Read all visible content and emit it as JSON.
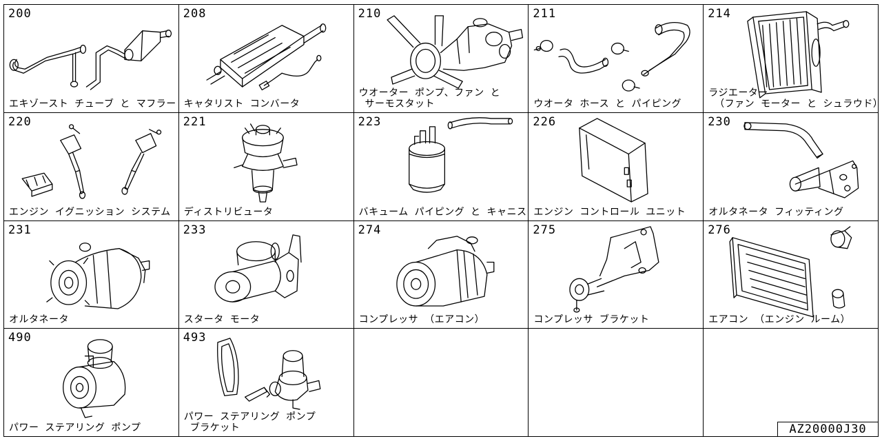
{
  "cells": [
    {
      "code": "200",
      "name": "エキゾースト チューブ と マフラー",
      "art": "exhaust-muffler"
    },
    {
      "code": "208",
      "name": "キャタリスト コンバータ",
      "art": "catalytic-converter"
    },
    {
      "code": "210",
      "name": "ウオーター ポンプ、ファン と\n サーモスタット",
      "art": "water-pump-fan"
    },
    {
      "code": "211",
      "name": "ウオータ ホース と パイピング",
      "art": "water-hose"
    },
    {
      "code": "214",
      "name": "ラジエーター\n （ファン モーター と シュラウド）",
      "art": "radiator"
    },
    {
      "code": "220",
      "name": "エンジン イグニッション システム",
      "art": "ignition-system"
    },
    {
      "code": "221",
      "name": "ディストリビュータ",
      "art": "distributor"
    },
    {
      "code": "223",
      "name": "バキューム パイピング と キャニスタ",
      "art": "vacuum-canister"
    },
    {
      "code": "226",
      "name": "エンジン コントロール ユニット",
      "art": "control-unit"
    },
    {
      "code": "230",
      "name": "オルタネータ フィッティング",
      "art": "alternator-bracket"
    },
    {
      "code": "231",
      "name": "オルタネータ",
      "art": "alternator"
    },
    {
      "code": "233",
      "name": "スタータ モータ",
      "art": "starter-motor"
    },
    {
      "code": "274",
      "name": "コンプレッサ （エアコン）",
      "art": "ac-compressor"
    },
    {
      "code": "275",
      "name": "コンプレッサ ブラケット",
      "art": "compressor-bracket"
    },
    {
      "code": "276",
      "name": "エアコン （エンジン ルーム）",
      "art": "ac-condenser"
    },
    {
      "code": "490",
      "name": "パワー ステアリング ポンプ",
      "art": "ps-pump"
    },
    {
      "code": "493",
      "name": "パワー ステアリング ポンプ\n ブラケット",
      "art": "ps-pump-bracket"
    },
    {
      "code": "",
      "name": "",
      "art": ""
    },
    {
      "code": "",
      "name": "",
      "art": ""
    },
    {
      "code": "",
      "name": "",
      "art": ""
    }
  ],
  "reference_code": "AZ20000J30"
}
